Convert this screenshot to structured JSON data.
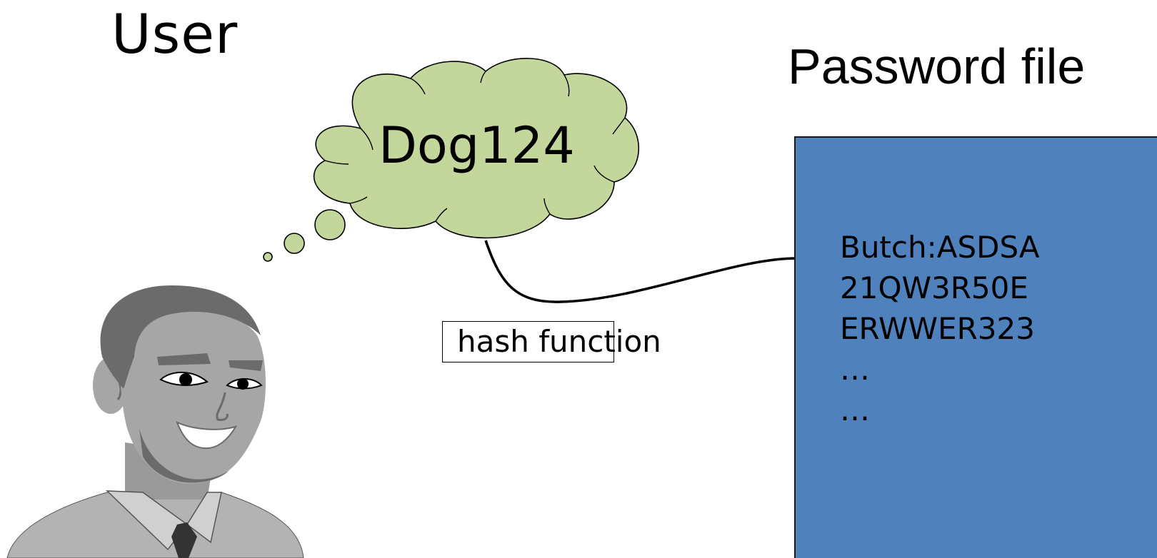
{
  "user_label": "User",
  "thought": {
    "text": "Dog124"
  },
  "hash_label": "hash function",
  "password_file": {
    "title": "Password file",
    "lines": [
      "Butch:ASDSA",
      "21QW3R50E",
      "ERWWER323",
      "…",
      "…"
    ]
  },
  "colors": {
    "cloud_fill": "#c3d69b",
    "file_fill": "#4f81bd",
    "person_gray": "#a6a6a6",
    "person_dark": "#6b6b6b"
  },
  "icons": {
    "person": "man-with-tie-illustration",
    "cloud": "thought-bubble",
    "arrow": "curved-arrow"
  }
}
